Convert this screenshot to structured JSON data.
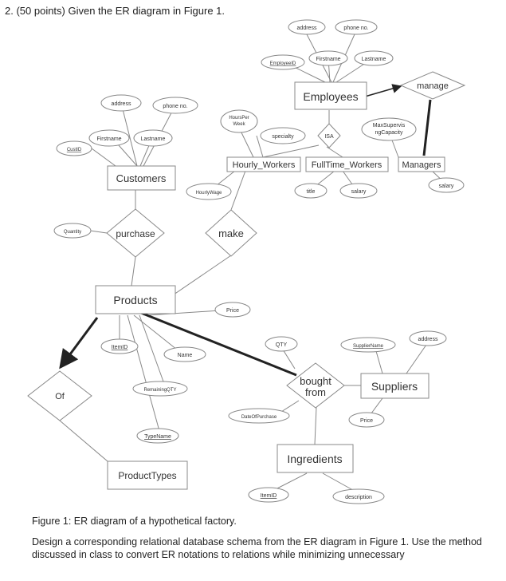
{
  "question": "2.  (50 points) Given the ER diagram in Figure 1.",
  "entities": {
    "employees": "Employees",
    "customers": "Customers",
    "hourly": "Hourly_Workers",
    "fulltime": "FullTime_Workers",
    "managers": "Managers",
    "products": "Products",
    "suppliers": "Suppliers",
    "ingredients": "Ingredients",
    "producttypes": "ProductTypes"
  },
  "relationships": {
    "manage": "manage",
    "isa": "ISA",
    "purchase": "purchase",
    "make": "make",
    "of": "Of",
    "bought_from": [
      "bought",
      "from"
    ]
  },
  "attributes": {
    "emp_address": "address",
    "emp_phone": "phone no.",
    "emp_firstname": "Firstname",
    "emp_lastname": "Lastname",
    "emp_id": "EmployeeID",
    "cust_address": "address",
    "cust_phone": "phone no.",
    "cust_firstname": "Firstname",
    "cust_lastname": "Lastname",
    "cust_id": "CustID",
    "hours_per_week": [
      "HoursPer",
      "Week"
    ],
    "specialty": "specialty",
    "hourly_wage": "HourlyWage",
    "max_supervising": [
      "MaxSupervis",
      "ngCapacity"
    ],
    "title": "title",
    "ft_salary": "salary",
    "mgr_salary": "salary",
    "quantity": "Quantity",
    "price_make": "Price",
    "item_id": "ItemID",
    "name": "Name",
    "remaining_qty": "RemainingQTY",
    "type_name": "TypeName",
    "qty": "QTY",
    "date_of_purchase": "DateOfPurchase",
    "supplier_name": "SupplierName",
    "sup_address": "address",
    "sup_price": "Price",
    "ing_item_id": "ItemID",
    "description": "description"
  },
  "caption": "Figure 1: ER diagram of a hypothetical factory.",
  "paragraph": "Design a corresponding relational database schema from the ER diagram in Figure 1. Use the method discussed in class to convert ER notations to relations while minimizing unnecessary"
}
